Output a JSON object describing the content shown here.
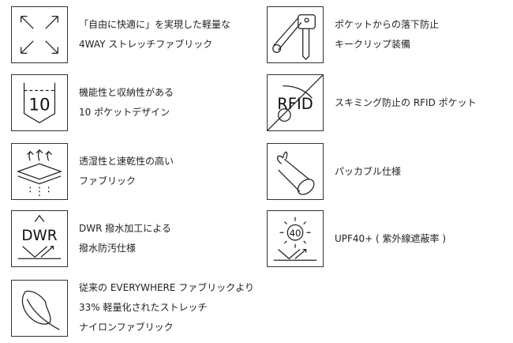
{
  "features": [
    {
      "icon": "stretch-arrows-icon",
      "lines": [
        "「自由に快適に」を実現した軽量な",
        "4WAY ストレッチファブリック"
      ]
    },
    {
      "icon": "ten-pockets-icon",
      "icon_text": "10",
      "lines": [
        "機能性と収納性がある",
        "10 ポケットデザイン"
      ]
    },
    {
      "icon": "breathable-layers-icon",
      "lines": [
        "透湿性と速乾性の高い",
        "ファブリック"
      ]
    },
    {
      "icon": "dwr-icon",
      "icon_text": "DWR",
      "lines": [
        "DWR 撥水加工による",
        "撥水防汚仕様"
      ]
    },
    {
      "icon": "feather-icon",
      "lines": [
        "従来の EVERYWHERE ファブリックより",
        "33% 軽量化されたストレッチ",
        "ナイロンファブリック"
      ]
    },
    {
      "icon": "key-clip-icon",
      "lines": [
        "ポケットからの落下防止",
        "キークリップ装備"
      ]
    },
    {
      "icon": "rfid-icon",
      "icon_text": "RFID",
      "lines": [
        "スキミング防止の RFID ポケット"
      ]
    },
    {
      "icon": "packable-icon",
      "lines": [
        "パッカブル仕様"
      ]
    },
    {
      "icon": "upf-sun-icon",
      "icon_text": "40",
      "lines": [
        "UPF40+ ( 紫外線遮蔽率 )"
      ]
    }
  ]
}
